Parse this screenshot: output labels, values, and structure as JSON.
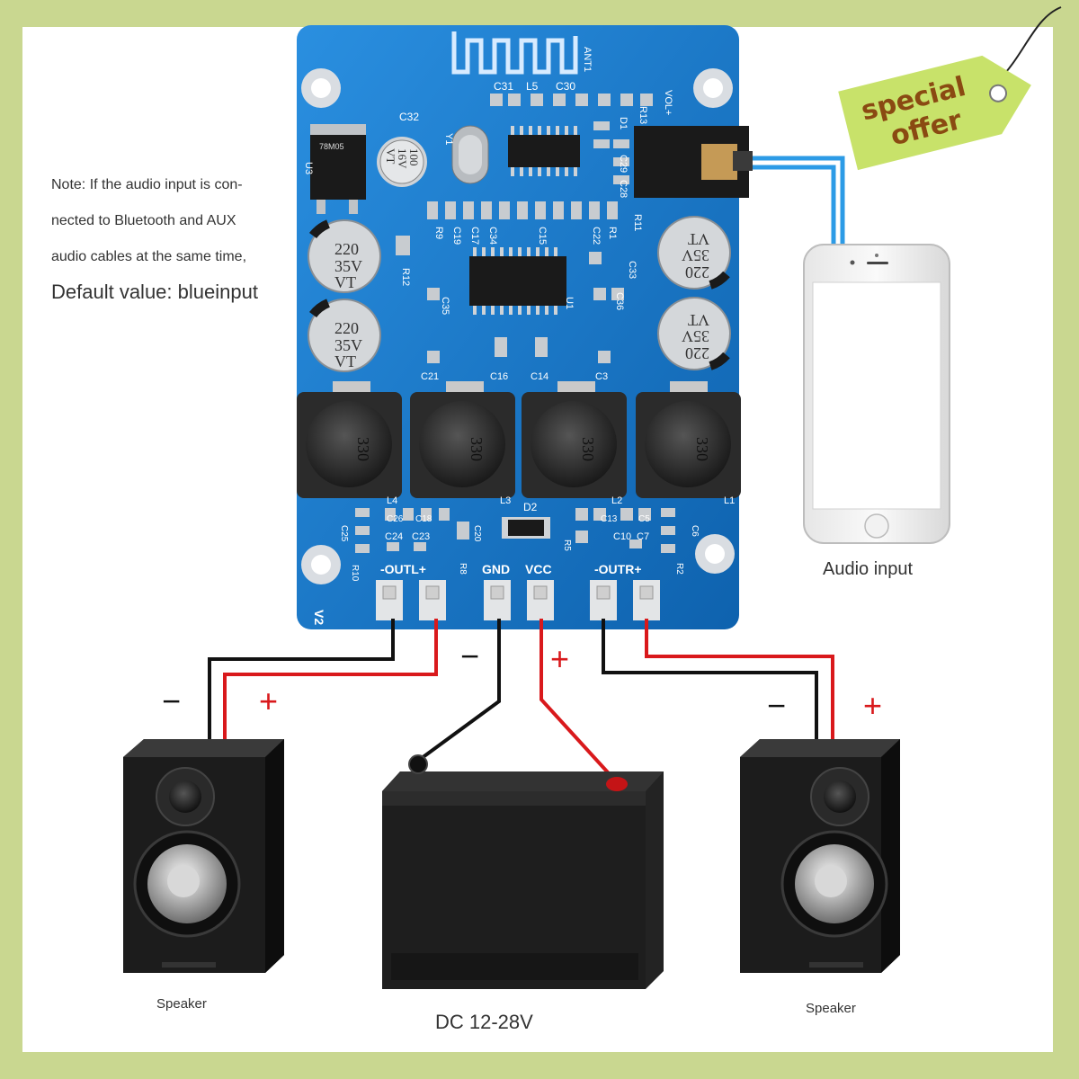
{
  "note": {
    "lines": [
      "Note: If the audio input is con-",
      "nected to Bluetooth and AUX",
      "audio cables at the same time,"
    ],
    "default_value": "Default value: blueinput"
  },
  "tag": {
    "line1": "special",
    "line2": "offer"
  },
  "board": {
    "antenna": "ANT1",
    "volume": "VOL+",
    "regulator": "78M05",
    "cap_large": [
      "220",
      "35V",
      "VT"
    ],
    "cap_small": [
      "100",
      "16V",
      "VT"
    ],
    "inductor_value": "330",
    "version": "V2",
    "terminals": [
      "-OUTL+",
      "GND",
      "VCC",
      "-OUTR+"
    ],
    "component_labels": [
      "C31",
      "L5",
      "C30",
      "C32",
      "U3",
      "Y1",
      "C28",
      "C29",
      "R13",
      "D1",
      "R11",
      "R9",
      "C19",
      "C17",
      "C34",
      "C15",
      "C22",
      "R1",
      "R12",
      "C35",
      "U1",
      "C33",
      "C36",
      "C21",
      "C16",
      "C14",
      "C3",
      "L4",
      "L3",
      "L2",
      "L1",
      "D2",
      "C26",
      "C18",
      "C13",
      "C5",
      "C25",
      "C24",
      "C23",
      "C20",
      "C10",
      "C7",
      "C6",
      "R10",
      "R8",
      "R5",
      "R2"
    ]
  },
  "labels": {
    "audio_input": "Audio input",
    "speaker_left": "Speaker",
    "speaker_right": "Speaker",
    "power": "DC 12-28V",
    "minus": "−",
    "plus": "+"
  },
  "colors": {
    "frame": "#c9d790",
    "pcb": "#1b7fcf",
    "pcb_dark": "#0f5fa8",
    "wire_red": "#d9191c",
    "wire_black": "#111111",
    "audio_cable": "#2c9be6",
    "tag_bg": "#c8e26a",
    "tag_text": "#8a4a12"
  }
}
